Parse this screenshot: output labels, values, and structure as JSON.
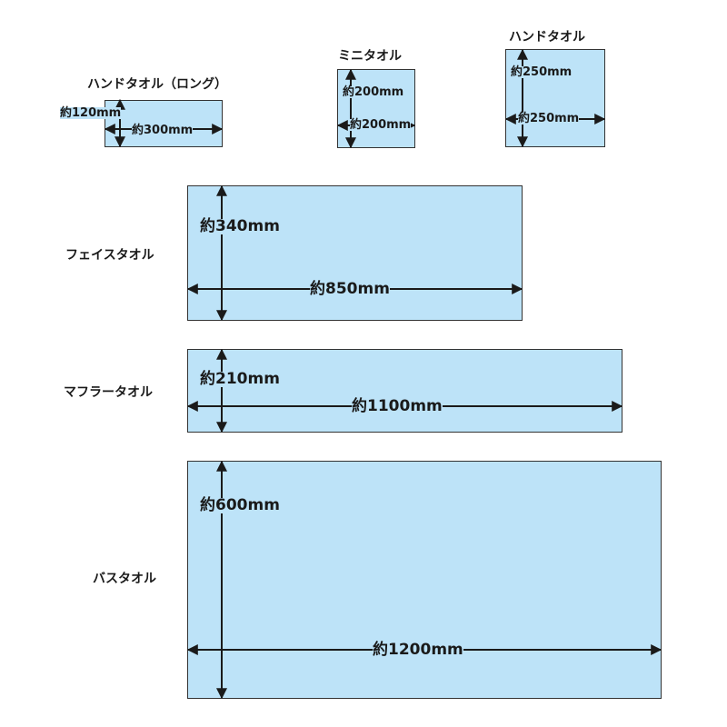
{
  "towels": {
    "hand_long": {
      "name": "ハンドタオル（ロング）",
      "height": "約120mm",
      "width": "約300mm"
    },
    "mini": {
      "name": "ミニタオル",
      "height": "約200mm",
      "width": "約200mm"
    },
    "hand": {
      "name": "ハンドタオル",
      "height": "約250mm",
      "width": "約250mm"
    },
    "face": {
      "name": "フェイスタオル",
      "height": "約340mm",
      "width": "約850mm"
    },
    "muffler": {
      "name": "マフラータオル",
      "height": "約210mm",
      "width": "約1100mm"
    },
    "bath": {
      "name": "バスタオル",
      "height": "約600mm",
      "width": "約1200mm"
    }
  },
  "colors": {
    "towel_fill": "#bde3f8",
    "border": "#333333",
    "arrow": "#1a1a1a"
  }
}
